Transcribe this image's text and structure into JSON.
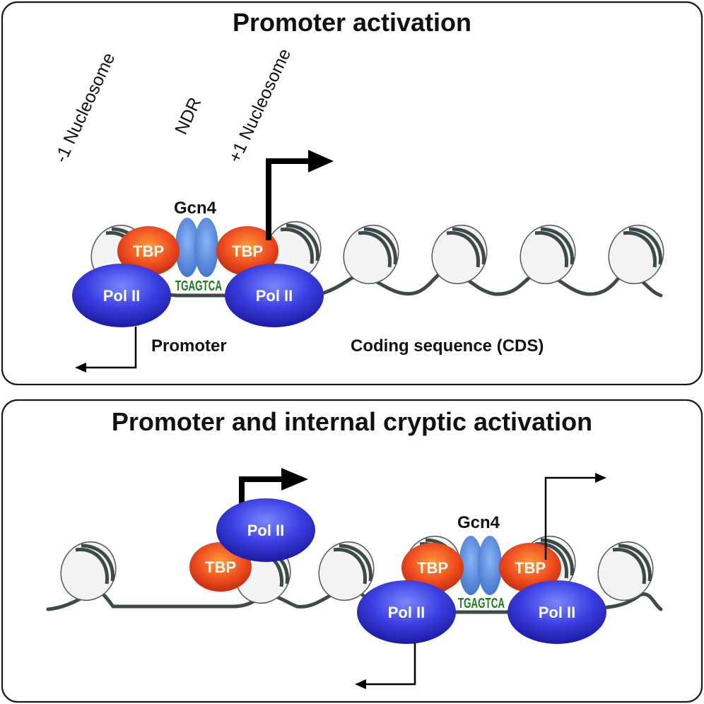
{
  "top_panel": {
    "title": "Promoter activation",
    "minus1_label": "-1 Nucleosome",
    "ndr_label": "NDR",
    "plus1_label": "+1 Nucleosome",
    "gcn4_label": "Gcn4",
    "tbp_label": "TBP",
    "pol2_label": "Pol II",
    "motif_text": "TGAGTCA",
    "promoter_label": "Promoter",
    "cds_label": "Coding sequence (CDS)"
  },
  "bottom_panel": {
    "title": "Promoter and internal cryptic activation",
    "gcn4_label": "Gcn4",
    "tbp_label": "TBP",
    "pol2_label": "Pol II",
    "motif_text": "TGAGTCA"
  },
  "colors": {
    "pol2": "#2e2fd0",
    "tbp": "#e8421c",
    "gcn4": "#4b7fd6",
    "dna": "#3c4a4a"
  }
}
